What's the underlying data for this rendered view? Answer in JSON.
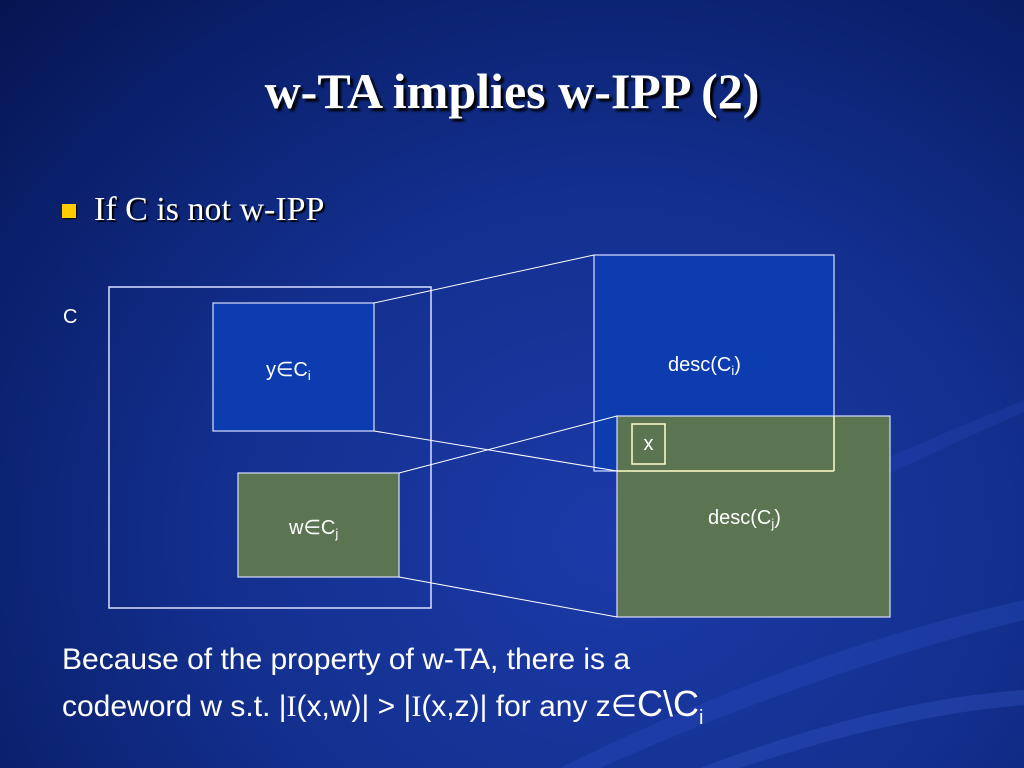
{
  "slide": {
    "title": "w-TA implies w-IPP (2)",
    "bullet": "If C is not w-IPP",
    "set_label": "C",
    "colors": {
      "bullet": "#ffcc00",
      "blue_box": "#0c3cb0",
      "green_box": "#5b7452",
      "highlight": "#ffffcc"
    }
  },
  "diagram": {
    "y_box": {
      "var": "y",
      "symbol": "∈",
      "set": "C",
      "sub": "i"
    },
    "w_box": {
      "var": "w",
      "symbol": "∈",
      "set": "C",
      "sub": "j"
    },
    "desc_i": {
      "prefix": "desc(C",
      "sub": "i",
      "suffix": ")"
    },
    "desc_j": {
      "prefix": "desc(C",
      "sub": "j",
      "suffix": ")"
    },
    "x_box": "x"
  },
  "footer": {
    "line1": "Because of the property of w-TA, there is a",
    "line2_a": "codeword w s.t. |",
    "line2_b": "(x,w)| > |",
    "line2_c": "(x,z)| for any z",
    "member_symbol": "∈",
    "set_expr": "C\\C",
    "set_sub": "i",
    "operator_glyph": "I"
  }
}
